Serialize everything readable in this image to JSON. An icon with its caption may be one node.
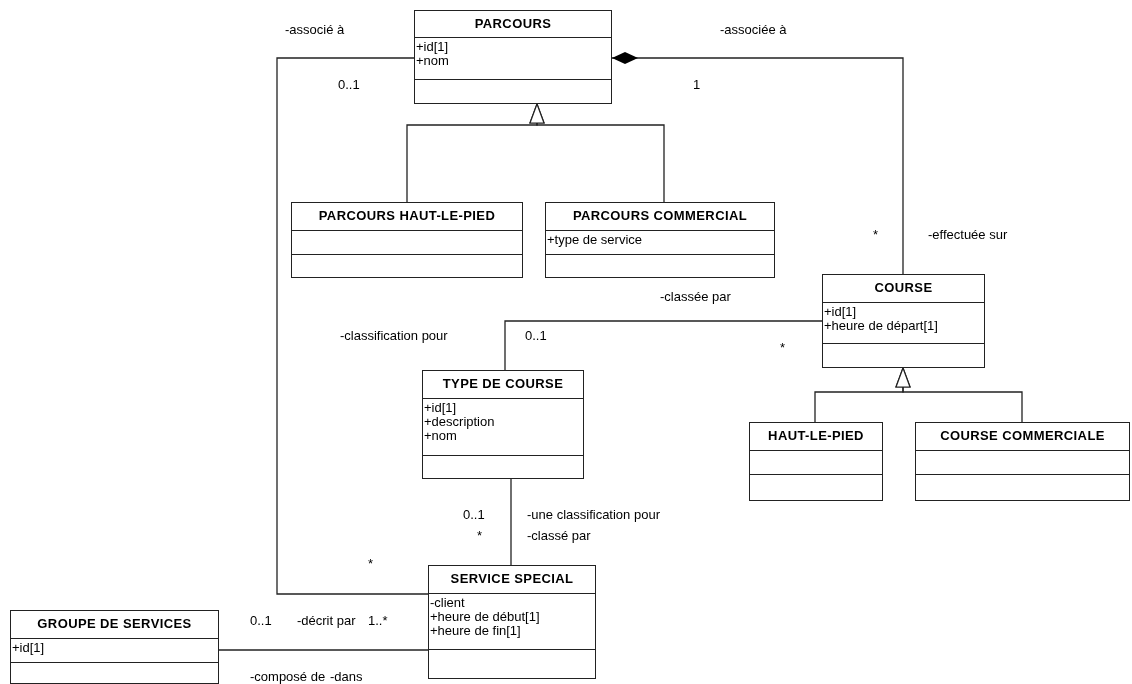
{
  "diagram": {
    "nodes": [
      {
        "text": [
          "PARCOURS",
          "+id[1]",
          "+nom"
        ]
      },
      {
        "text": [
          "PARCOURS HAUT-LE-PIED"
        ]
      },
      {
        "text": [
          "PARCOURS COMMERCIAL",
          "+type de service"
        ]
      },
      {
        "text": [
          "COURSE",
          "+id[1]",
          "+heure de départ[1]"
        ]
      },
      {
        "text": [
          "TYPE DE COURSE",
          "+id[1]",
          "+description",
          "+nom"
        ]
      },
      {
        "text": [
          "HAUT-LE-PIED"
        ]
      },
      {
        "text": [
          "COURSE COMMERCIALE"
        ]
      },
      {
        "text": [
          "SERVICE SPECIAL",
          "-client",
          "+heure de début[1]",
          "+heure de fin[1]"
        ]
      },
      {
        "text": [
          "GROUPE DE SERVICES",
          "+id[1]"
        ]
      }
    ],
    "edges": [
      {
        "from": 1,
        "to": 0,
        "arrow": "to"
      },
      {
        "from": 2,
        "to": 0,
        "arrow": "to"
      },
      {
        "from": 0,
        "to": 3,
        "arrow": "other"
      },
      {
        "from": 0,
        "to": 7,
        "arrow": "none"
      },
      {
        "from": 3,
        "to": 4,
        "arrow": "none"
      },
      {
        "from": 4,
        "to": 7,
        "arrow": "none"
      },
      {
        "from": 5,
        "to": 3,
        "arrow": "to"
      },
      {
        "from": 6,
        "to": 3,
        "arrow": "to"
      },
      {
        "from": 8,
        "to": 7,
        "arrow": "none"
      }
    ],
    "labels": [
      "-associé à",
      "-associée à",
      "0..1",
      "1",
      "*",
      "-effectuée sur",
      "-classée par",
      "-classification pour",
      "0..1",
      "*",
      "0..1",
      "-une classification pour",
      "*",
      "-classé par",
      "*",
      "0..1",
      "-décrit par",
      "1..*",
      "-composé de",
      "-dans"
    ]
  }
}
